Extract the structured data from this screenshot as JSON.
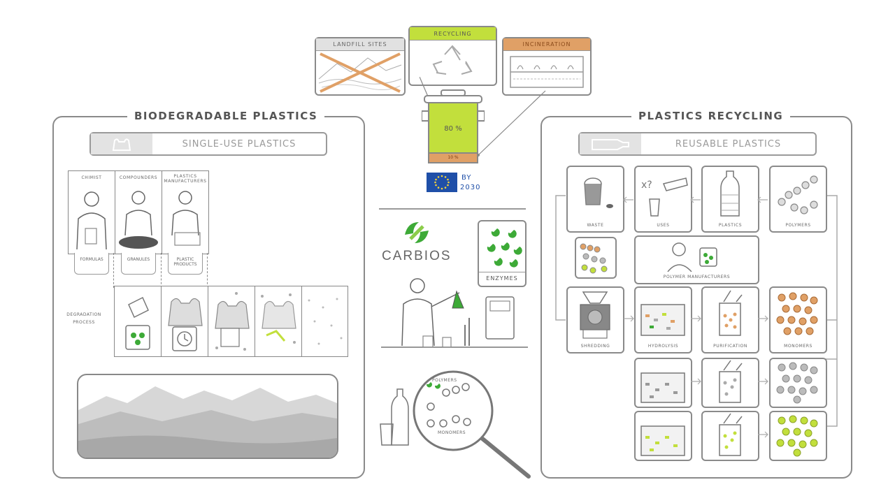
{
  "top": {
    "landfill_label": "LANDFILL SITES",
    "recycling_label": "RECYCLING",
    "incineration_label": "INCINERATION",
    "bin_main_percent": "80 %",
    "bin_small_percent": "10 %",
    "eu_target_line1": "BY",
    "eu_target_line2": "2030"
  },
  "biodegradable": {
    "title": "BIODEGRADABLE PLASTICS",
    "banner_label": "SINGLE-USE PLASTICS",
    "roles": [
      "CHIMIST",
      "COMPOUNDERS",
      "PLASTICS MANUFACTURERS"
    ],
    "role_tags": [
      "FORMULAS",
      "GRANULES",
      "PLASTIC PRODUCTS"
    ],
    "degradation_label_1": "DEGRADATION",
    "degradation_label_2": "PROCESS"
  },
  "center": {
    "brand": "CARBIOS",
    "enzymes_label": "ENZYMES",
    "polymers_label": "POLYMERS",
    "monomers_label": "MONOMERS"
  },
  "recycling": {
    "title": "PLASTICS RECYCLING",
    "banner_label": "REUSABLE PLASTICS",
    "row1": [
      "WASTE",
      "USES",
      "PLASTICS",
      "POLYMERS"
    ],
    "manufacturers": "POLYMER MANUFACTURERS",
    "row3": [
      "SHREDDING",
      "HYDROLYSIS",
      "PURIFICATION",
      "MONOMERS"
    ]
  },
  "colors": {
    "lime": "#c2df3c",
    "orange": "#e0a066",
    "green": "#3daa37",
    "grey": "#9a9a9a",
    "eu_blue": "#1f4fa8"
  }
}
